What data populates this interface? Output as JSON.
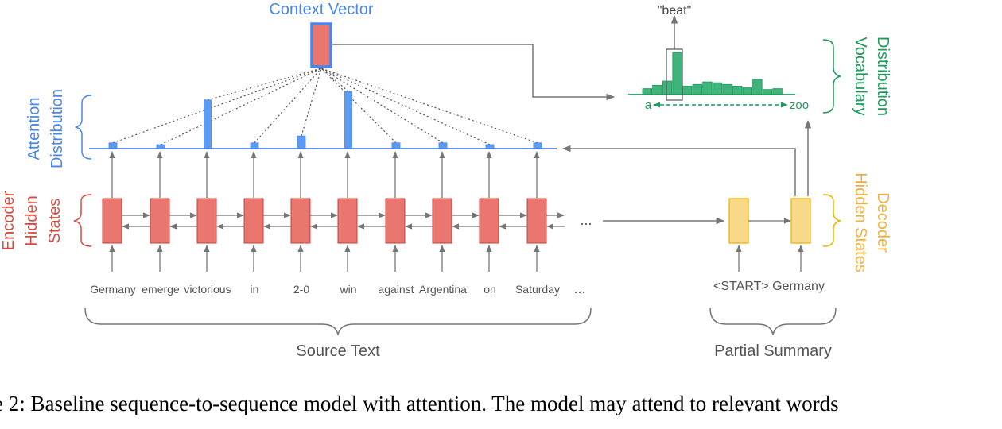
{
  "colors": {
    "encoder": "#e9776f",
    "encoder_border": "#c0453e",
    "encoder_label": "#d84a3f",
    "attention": "#5b9bf5",
    "attention_label": "#4a86e8",
    "vocab": "#3fb37a",
    "vocab_label": "#1e9b5a",
    "decoder_fill": "#f8d98a",
    "decoder_border": "#f0b400",
    "decoder_label": "#f0b040",
    "gray": "#757575",
    "text_gray": "#555555"
  },
  "labels": {
    "context_vector": "Context Vector",
    "beat": "\"beat\"",
    "vocab_line1": "Vocabulary",
    "vocab_line2": "Distribution",
    "attn_line1": "Attention",
    "attn_line2": "Distribution",
    "enc_line1": "Encoder",
    "enc_line2": "Hidden",
    "enc_line3": "States",
    "dec_line1": "Decoder",
    "dec_line2": "Hidden States",
    "source_text": "Source Text",
    "partial_summary": "Partial Summary",
    "vocab_a": "a",
    "vocab_zoo": "zoo",
    "ellipsis_top": "...",
    "ellipsis_bottom": "..."
  },
  "source_words": [
    "Germany",
    "emerge",
    "victorious",
    "in",
    "2-0",
    "win",
    "against",
    "Argentina",
    "on",
    "Saturday"
  ],
  "attention_weights": [
    0.1,
    0.05,
    0.85,
    0.1,
    0.22,
    1.0,
    0.1,
    0.1,
    0.05,
    0.1
  ],
  "summary_words": [
    "<START>",
    "Germany"
  ],
  "vocab_distribution": [
    0.14,
    0.22,
    0.32,
    1.0,
    0.2,
    0.24,
    0.3,
    0.28,
    0.24,
    0.2,
    0.16,
    0.36,
    0.12,
    0.14
  ],
  "caption": "e 2: Baseline sequence-to-sequence model with attention. The model may attend to relevant words"
}
